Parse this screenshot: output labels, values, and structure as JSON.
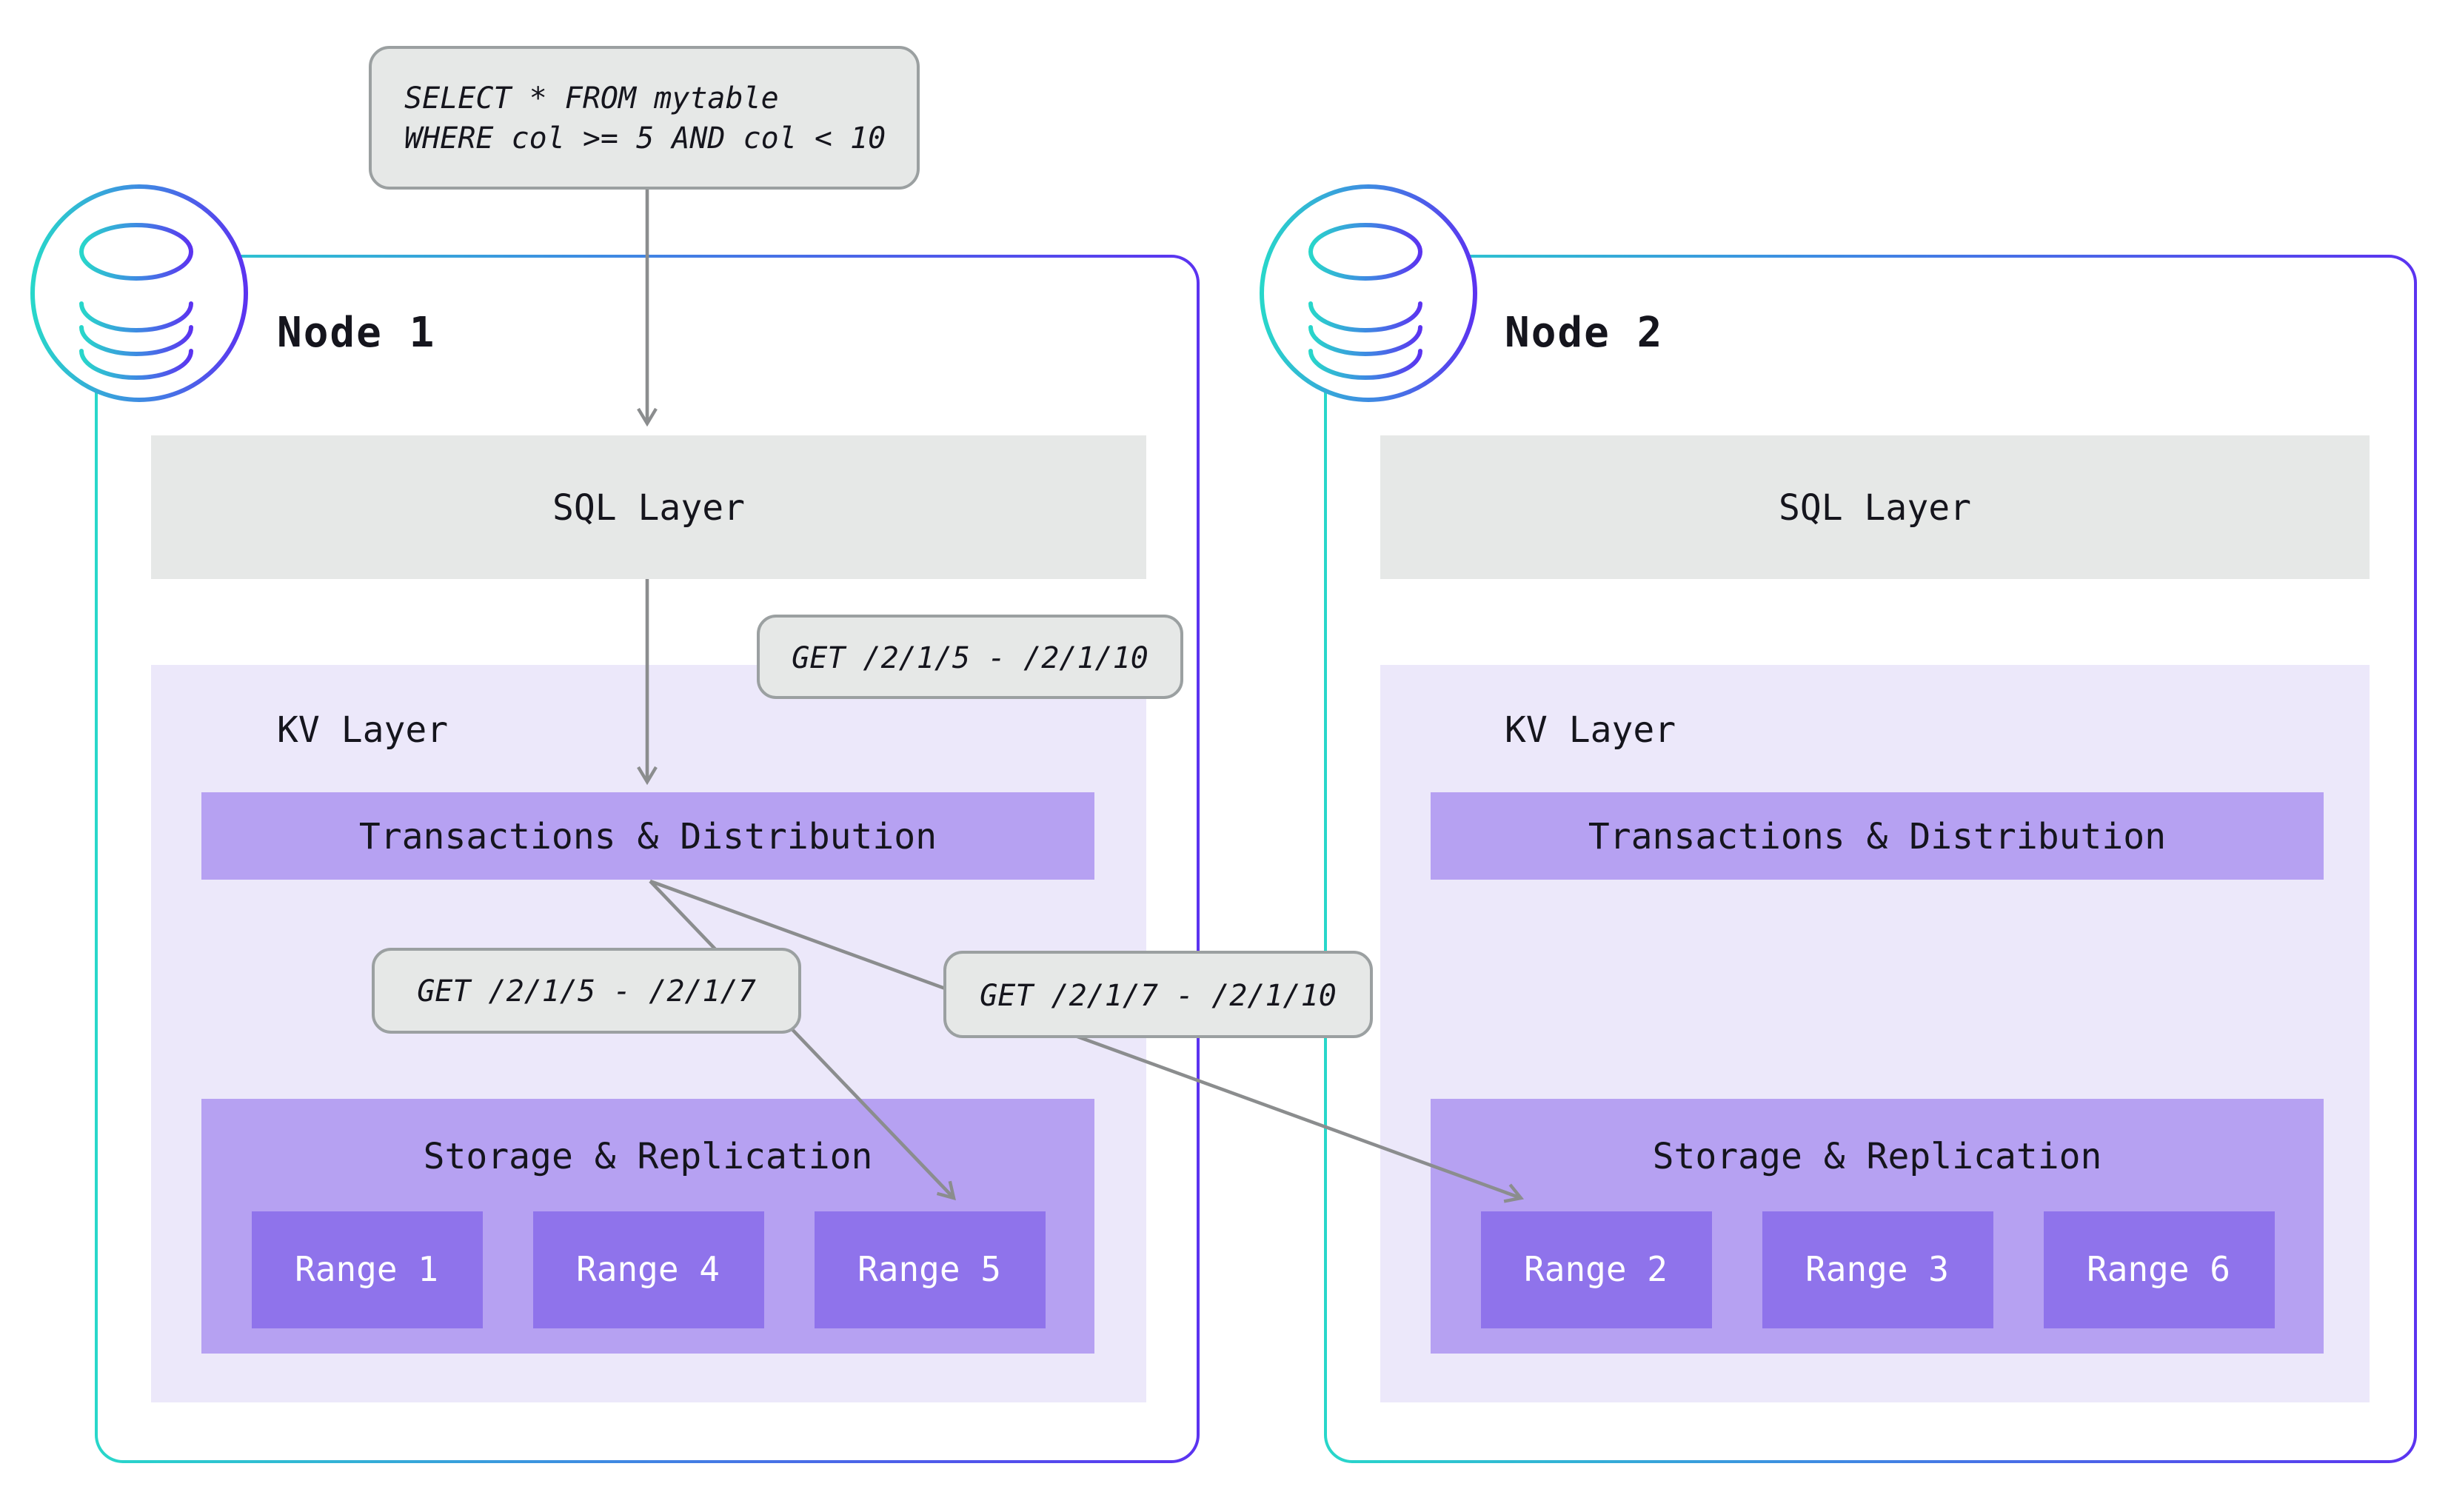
{
  "diagram": {
    "query": {
      "line1": "SELECT * FROM mytable",
      "line2": "WHERE col >= 5 AND col < 10"
    },
    "request_labels": {
      "full_range": "GET /2/1/5 - /2/1/10",
      "left_split": "GET /2/1/5 - /2/1/7",
      "right_split": "GET /2/1/7 - /2/1/10"
    },
    "nodes": [
      {
        "title": "Node 1",
        "sql_layer_label": "SQL Layer",
        "kv_layer_label": "KV Layer",
        "transactions_label": "Transactions & Distribution",
        "storage_label": "Storage & Replication",
        "ranges": [
          "Range 1",
          "Range 4",
          "Range 5"
        ]
      },
      {
        "title": "Node 2",
        "sql_layer_label": "SQL Layer",
        "kv_layer_label": "KV Layer",
        "transactions_label": "Transactions & Distribution",
        "storage_label": "Storage & Replication",
        "ranges": [
          "Range 2",
          "Range 3",
          "Range 6"
        ]
      }
    ],
    "colors": {
      "pageBg": "#ffffff",
      "grayBox": "#e6e8e7",
      "grayBorder": "#9ba0a1",
      "kvBg": "#ece8fa",
      "purpleMid": "#b6a1f2",
      "purpleDark": "#8f73eb",
      "textDark": "#15151d",
      "textLight": "#ffffff",
      "arrow": "#8b8d8e",
      "gradStart": "#28d7ca",
      "gradMid": "#3e8ce2",
      "gradEnd": "#5b33f0"
    }
  }
}
